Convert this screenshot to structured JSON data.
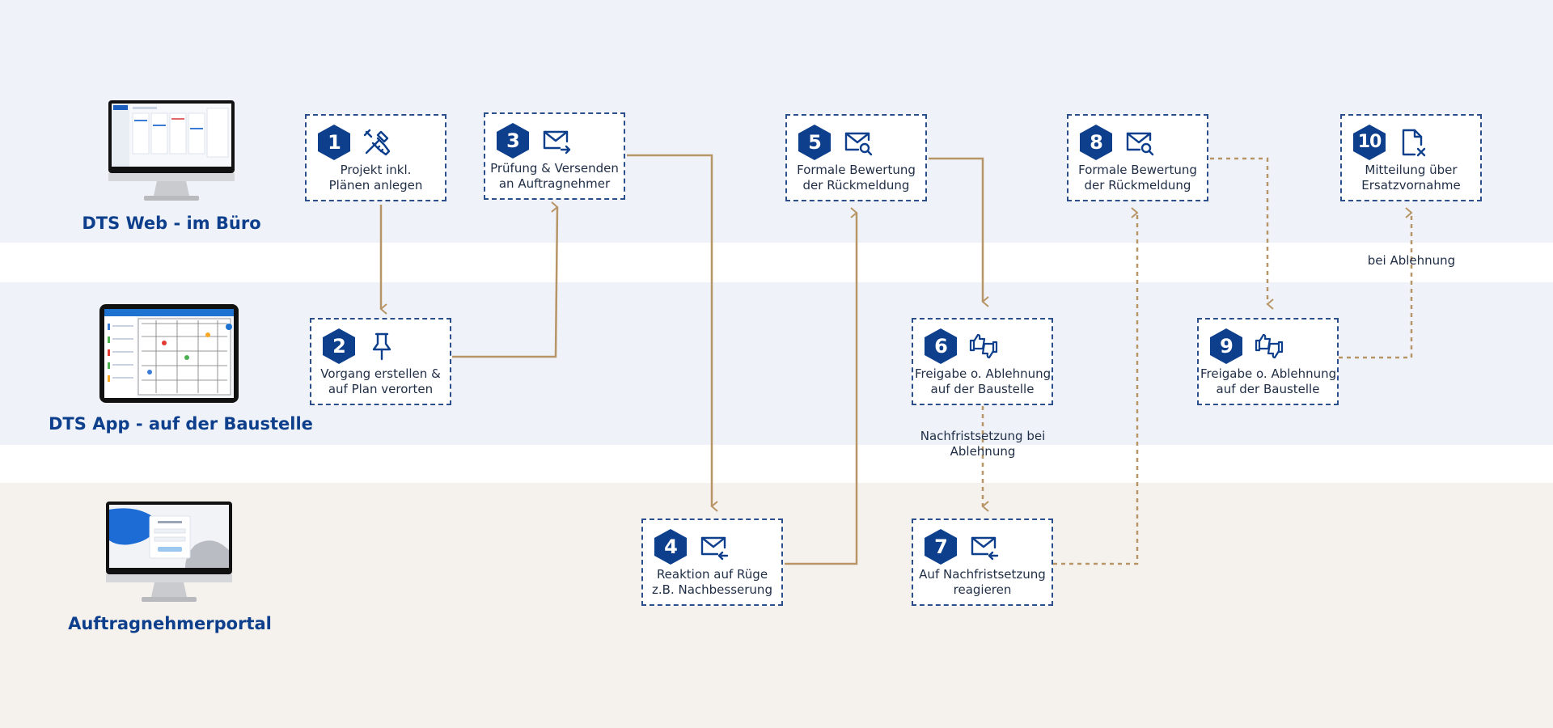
{
  "colors": {
    "lane_web": "#eff3f9",
    "lane_app": "#eff3f9",
    "lane_portal": "#f5f2ee",
    "accent_blue": "#0e3f8c",
    "connector": "#b89566"
  },
  "lanes": {
    "web": {
      "label": "DTS Web - im Büro"
    },
    "app": {
      "label": "DTS App - auf der Baustelle"
    },
    "portal": {
      "label": "Auftragnehmerportal"
    }
  },
  "steps": [
    {
      "num": "1",
      "icon": "tools-icon",
      "lines": [
        "Projekt  inkl.",
        "Plänen anlegen"
      ]
    },
    {
      "num": "2",
      "icon": "pushpin-icon",
      "lines": [
        "Vorgang erstellen &",
        "auf Plan verorten"
      ]
    },
    {
      "num": "3",
      "icon": "mail-send-icon",
      "lines": [
        "Prüfung & Versenden",
        "an Auftragnehmer"
      ]
    },
    {
      "num": "4",
      "icon": "mail-reply-icon",
      "lines": [
        "Reaktion auf Rüge",
        "z.B. Nachbesserung"
      ]
    },
    {
      "num": "5",
      "icon": "mail-search-icon",
      "lines": [
        "Formale Bewertung",
        "der Rückmeldung"
      ]
    },
    {
      "num": "6",
      "icon": "thumbs-up-down-icon",
      "lines": [
        "Freigabe o. Ablehnung",
        "auf der Baustelle"
      ]
    },
    {
      "num": "7",
      "icon": "mail-reply-icon",
      "lines": [
        "Auf Nachfristsetzung",
        "reagieren"
      ]
    },
    {
      "num": "8",
      "icon": "mail-search-icon",
      "lines": [
        "Formale Bewertung",
        "der Rückmeldung"
      ]
    },
    {
      "num": "9",
      "icon": "thumbs-up-down-icon",
      "lines": [
        "Freigabe o. Ablehnung",
        "auf der Baustelle"
      ]
    },
    {
      "num": "10",
      "icon": "document-x-icon",
      "lines": [
        "Mitteilung über",
        "Ersatzvornahme"
      ]
    }
  ],
  "flow_labels": {
    "nachfrist": [
      "Nachfristsetzung bei",
      "Ablehnung"
    ],
    "ablehnung": "bei Ablehnung"
  }
}
